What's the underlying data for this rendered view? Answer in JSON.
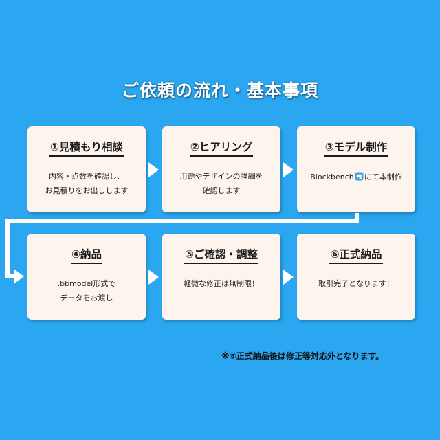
{
  "title": "ご依頼の流れ・基本事項",
  "steps": [
    {
      "title": "①見積もり相談",
      "lines": [
        "内容・点数を確認し、",
        "お見積りをお出しします"
      ]
    },
    {
      "title": "②ヒアリング",
      "lines": [
        "用途やデザインの詳細を",
        "確認します"
      ]
    },
    {
      "title": "③モデル制作",
      "lines_before_icon": "Blockbench",
      "lines_after_icon": "にて本制作",
      "icon": "blockbench-icon"
    },
    {
      "title": "④納品",
      "lines": [
        ".bbmodel形式で",
        "データをお渡し"
      ]
    },
    {
      "title": "⑤ご確認・調整",
      "lines": [
        "軽微な修正は無制限！"
      ]
    },
    {
      "title": "⑥正式納品",
      "lines": [
        "取引完了となります！"
      ]
    }
  ],
  "footnote": "※⑥正式納品後は修正等対応外となります。",
  "colors": {
    "background": "#2aa7f0",
    "card": "#fdf4ee",
    "arrow": "#ffffff",
    "icon": "#3aa0e0"
  }
}
